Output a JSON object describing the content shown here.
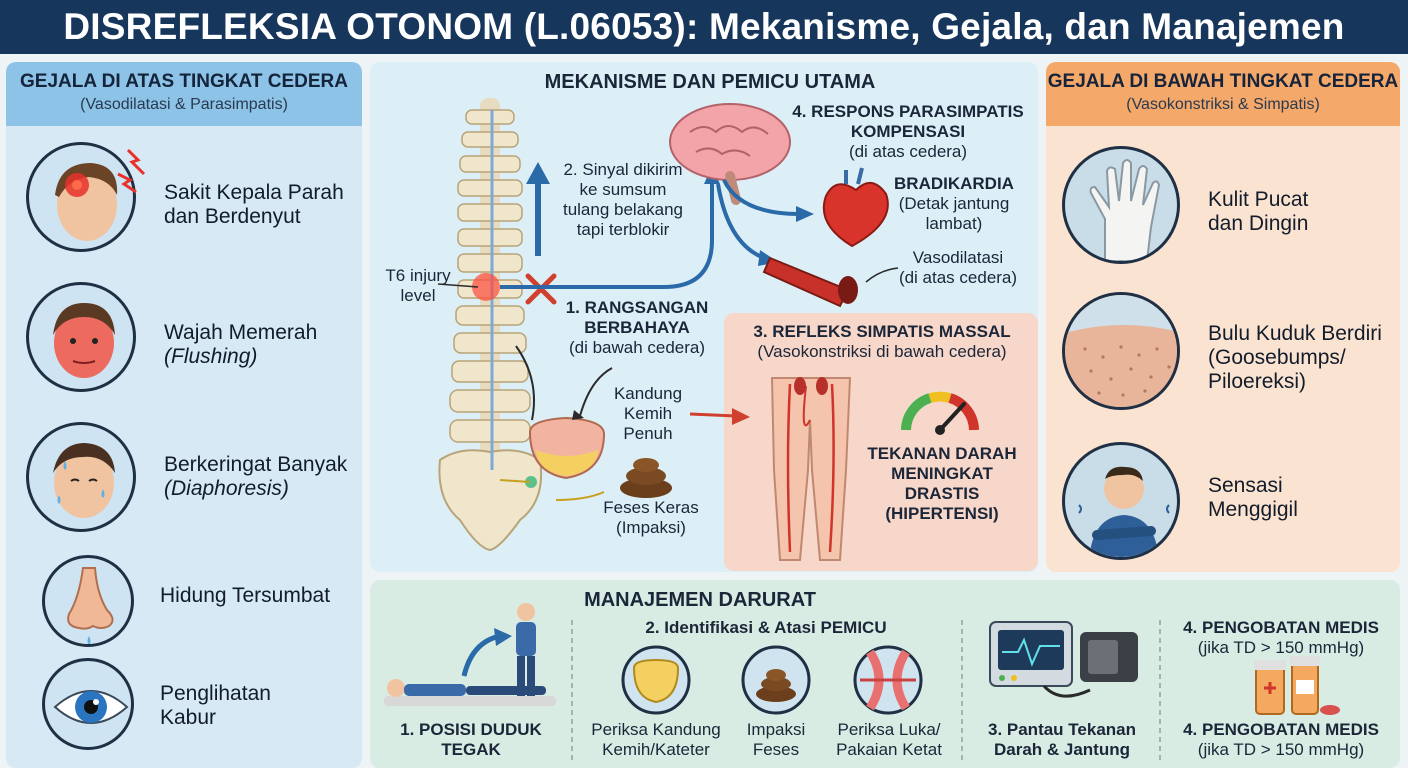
{
  "title": "DISREFLEKSIA OTONOM (L.06053): Mekanisme, Gejala, dan Manajemen",
  "left_panel": {
    "title": "GEJALA DI ATAS TINGKAT CEDERA",
    "subtitle": "(Vasodilatasi & Parasimpatis)",
    "items": [
      {
        "line1": "Sakit Kepala Parah",
        "line2": "dan Berdenyut",
        "icon": "headache-icon"
      },
      {
        "line1": "Wajah Memerah",
        "line2": "(Flushing)",
        "icon": "flushed-face-icon"
      },
      {
        "line1": "Berkeringat Banyak",
        "line2": "(Diaphoresis)",
        "icon": "sweating-face-icon"
      },
      {
        "line1": "Hidung Tersumbat",
        "line2": "",
        "icon": "nose-icon"
      },
      {
        "line1": "Penglihatan",
        "line2": "Kabur",
        "icon": "eye-icon"
      }
    ]
  },
  "right_panel": {
    "title": "GEJALA DI BAWAH TINGKAT CEDERA",
    "subtitle": "(Vasokonstriksi & Simpatis)",
    "items": [
      {
        "line1": "Kulit Pucat",
        "line2": "dan Dingin",
        "line3": "",
        "icon": "pale-hand-icon"
      },
      {
        "line1": "Bulu Kuduk Berdiri",
        "line2": "(Goosebumps/",
        "line3": "Piloereksi)",
        "icon": "goosebumps-skin-icon"
      },
      {
        "line1": "Sensasi",
        "line2": "Menggigil",
        "line3": "",
        "icon": "shivering-person-icon"
      }
    ]
  },
  "mechanism": {
    "title": "MEKANISME DAN PEMICU UTAMA",
    "injury_label": [
      "T6 injury",
      "level"
    ],
    "step1": {
      "title": [
        "1. RANGSANGAN",
        "BERBAHAYA"
      ],
      "sub": "(di bawah cedera)"
    },
    "step2": [
      "2. Sinyal dikirim",
      "ke sumsum",
      "tulang belakang",
      "tapi terblokir"
    ],
    "step3": {
      "title": "3. REFLEKS SIMPATIS MASSAL",
      "sub": "(Vasokonstriksi di bawah cedera)"
    },
    "step4": {
      "title": [
        "4. RESPONS PARASIMPATIS",
        "KOMPENSASI"
      ],
      "sub": "(di atas cedera)"
    },
    "bradycardia": {
      "title": "BRADIKARDIA",
      "sub": [
        "(Detak jantung",
        "lambat)"
      ]
    },
    "vasodilation": [
      "Vasodilatasi",
      "(di atas cedera)"
    ],
    "bladder": [
      "Kandung",
      "Kemih",
      "Penuh"
    ],
    "feces": [
      "Feses Keras",
      "(Impaksi)"
    ],
    "hypertension": [
      "TEKANAN DARAH",
      "MENINGKAT",
      "DRASTIS",
      "(HIPERTENSI)"
    ]
  },
  "management": {
    "title": "MANAJEMEN DARURAT",
    "step1": [
      "1. POSISI DUDUK",
      "TEGAK"
    ],
    "step2_title": "2. Identifikasi & Atasi PEMICU",
    "triggers": [
      {
        "line1": "Periksa Kandung",
        "line2": "Kemih/Kateter",
        "icon": "bladder-icon"
      },
      {
        "line1": "Impaksi",
        "line2": "Feses",
        "icon": "feces-icon"
      },
      {
        "line1": "Periksa Luka/",
        "line2": "Pakaian Ketat",
        "icon": "tight-clothing-icon"
      }
    ],
    "step3": [
      "3. Pantau Tekanan",
      "Darah & Jantung"
    ],
    "step4_top": {
      "title": "4. PENGOBATAN MEDIS",
      "sub": "(jika TD > 150 mmHg)"
    },
    "step4_bottom": {
      "title": "4. PENGOBATAN MEDIS",
      "sub": "(jika TD > 150 mmHg)"
    }
  },
  "colors": {
    "title_bg": "#17365c",
    "left_header": "#8cc3e6",
    "left_bg": "#d6e9f5",
    "right_header": "#f4a869",
    "right_bg": "#fbe3d1",
    "mechanism_bg": "#dceff7",
    "management_bg": "#d9ece4",
    "arrow_blue": "#2a6aa8",
    "arrow_red": "#d0402e"
  }
}
